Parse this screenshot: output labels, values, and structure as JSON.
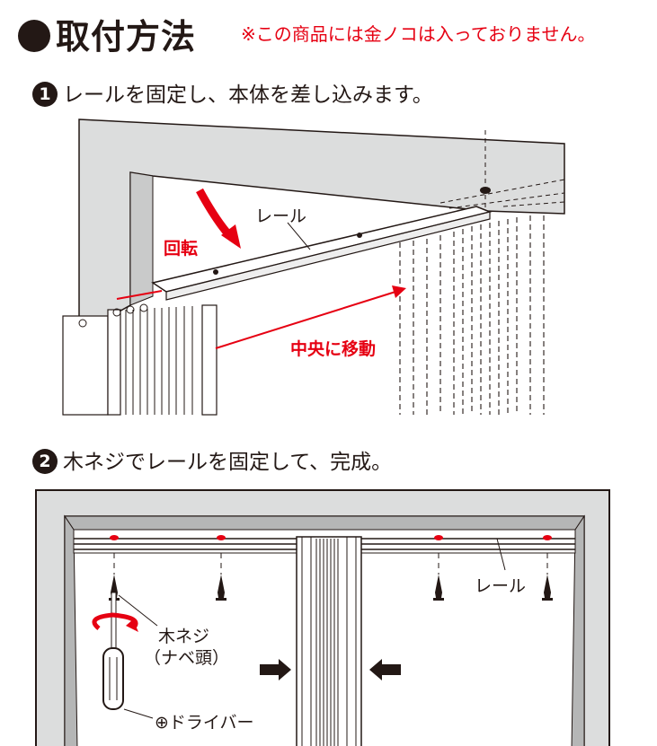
{
  "header": {
    "title": "取付方法",
    "note": "※この商品には金ノコは入っておりません。"
  },
  "steps": [
    {
      "number": "1",
      "text": "レールを固定し、本体を差し込みます。"
    },
    {
      "number": "2",
      "text": "木ネジでレールを固定して、完成。"
    }
  ],
  "diagram1": {
    "rail_label": "レール",
    "rotate_label": "回転",
    "move_label": "中央に移動"
  },
  "diagram2": {
    "rail_label": "レール",
    "screw_label": "木ネジ",
    "screw_sub_label": "（ナベ頭）",
    "driver_label": "⊕ドライバー"
  },
  "colors": {
    "accent": "#e60012",
    "frame": "#dcdddd",
    "ink": "#231815"
  }
}
